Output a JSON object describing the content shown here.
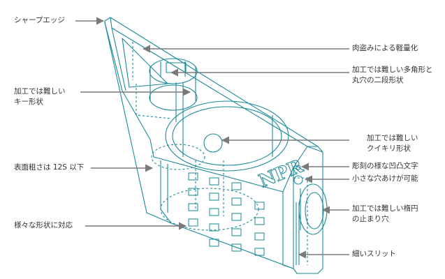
{
  "colors": {
    "outline": "#1a8a9a",
    "arrow": "#7a7a7a",
    "text": "#333333"
  },
  "labels": {
    "sharp_edge": "シャープエッジ",
    "lightening": "肉盗みによる軽量化",
    "polygon_line1": "加工では難しい多角形と",
    "polygon_line2": "丸穴の二段形状",
    "key_line1": "加工では難しい",
    "key_line2": "キー形状",
    "crank_line1": "加工では難しい",
    "crank_line2": "クイキリ形状",
    "engraving": "彫刻の様な凹凸文字",
    "small_hole": "小さな穴あけが可能",
    "roughness": "表面粗さは 12S 以下",
    "ellipse_line1": "加工では難しい楕円",
    "ellipse_line2": "の止まり穴",
    "various": "様々な形状に対応",
    "slit": "細いスリット"
  },
  "part_text": "NPR"
}
